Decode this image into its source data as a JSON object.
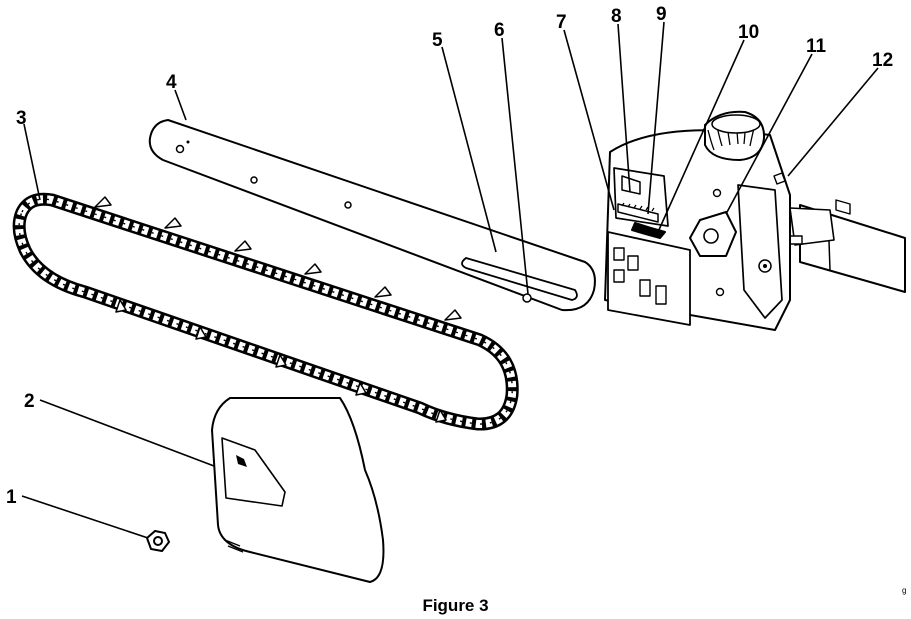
{
  "callouts": [
    "1",
    "2",
    "3",
    "4",
    "5",
    "6",
    "7",
    "8",
    "9",
    "10",
    "11",
    "12"
  ],
  "caption": "Figure 3",
  "figure_code": "g"
}
